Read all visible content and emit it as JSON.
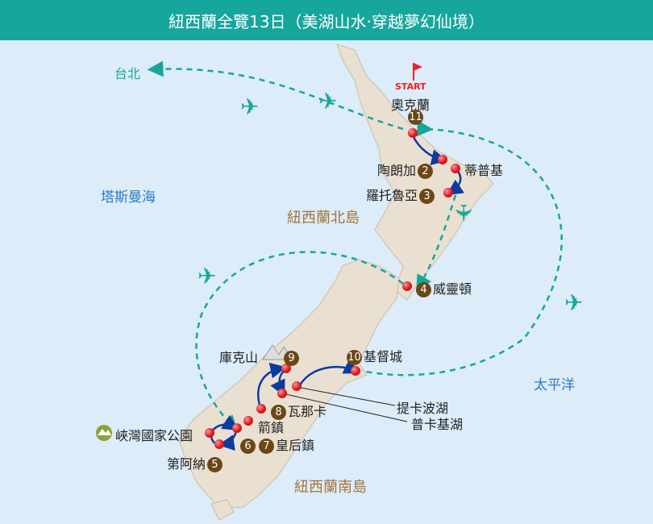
{
  "title": "紐西蘭全覽13日（美湖山水‧穿越夢幻仙境）",
  "seas": {
    "tasman": "塔斯曼海",
    "pacific": "太平洋"
  },
  "islands": {
    "north": "紐西蘭北島",
    "south": "紐西蘭南島"
  },
  "origin": "台北",
  "start": "START",
  "stops": [
    {
      "name": "奧克蘭",
      "num": "11"
    },
    {
      "name": "陶朗加",
      "num": "2"
    },
    {
      "name": "蒂普基",
      "num": ""
    },
    {
      "name": "羅托魯亞",
      "num": "3"
    },
    {
      "name": "威靈頓",
      "num": "4"
    },
    {
      "name": "基督城",
      "num": "10"
    },
    {
      "name": "庫克山",
      "num": "9"
    },
    {
      "name": "提卡波湖",
      "num": ""
    },
    {
      "name": "普卡基湖",
      "num": ""
    },
    {
      "name": "瓦那卡",
      "num": "8"
    },
    {
      "name": "箭鎮",
      "num": ""
    },
    {
      "name": "皇后鎮",
      "num": "6",
      "num2": "7"
    },
    {
      "name": "峽灣國家公園",
      "num": ""
    },
    {
      "name": "第阿納",
      "num": "5"
    }
  ],
  "colors": {
    "header": "#17a69c",
    "land": "#e9e0d2",
    "sea": "#dcecf8",
    "route": "#0b3aa0",
    "flight": "#17a69c",
    "marker": "#e8232b"
  }
}
